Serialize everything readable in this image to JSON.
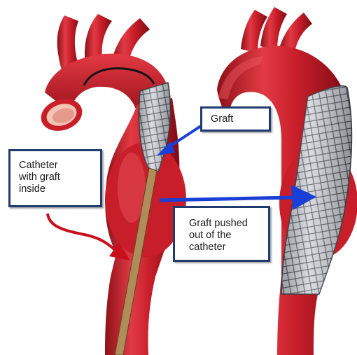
{
  "labels": {
    "graft": "Graft",
    "catheter": "Catheter\nwith graft\ninside",
    "pushed": "Graft pushed\nout of the\ncatheter"
  },
  "colors": {
    "aorta": "#c81e2a",
    "aorta_dark": "#8e1018",
    "aorta_light": "#e9565e",
    "lumen": "#f3c4b4",
    "graft": "#c9ccd2",
    "graft_line": "#5a5d66",
    "catheter": "#b08c5a",
    "blue_arrow": "#1a3fd6",
    "red_arrow": "#c8101c",
    "box_border": "#1f3b70"
  },
  "icons": {
    "left_aorta": "aorta-with-catheter-illustration",
    "right_aorta": "aorta-with-deployed-stent-graft-illustration"
  }
}
